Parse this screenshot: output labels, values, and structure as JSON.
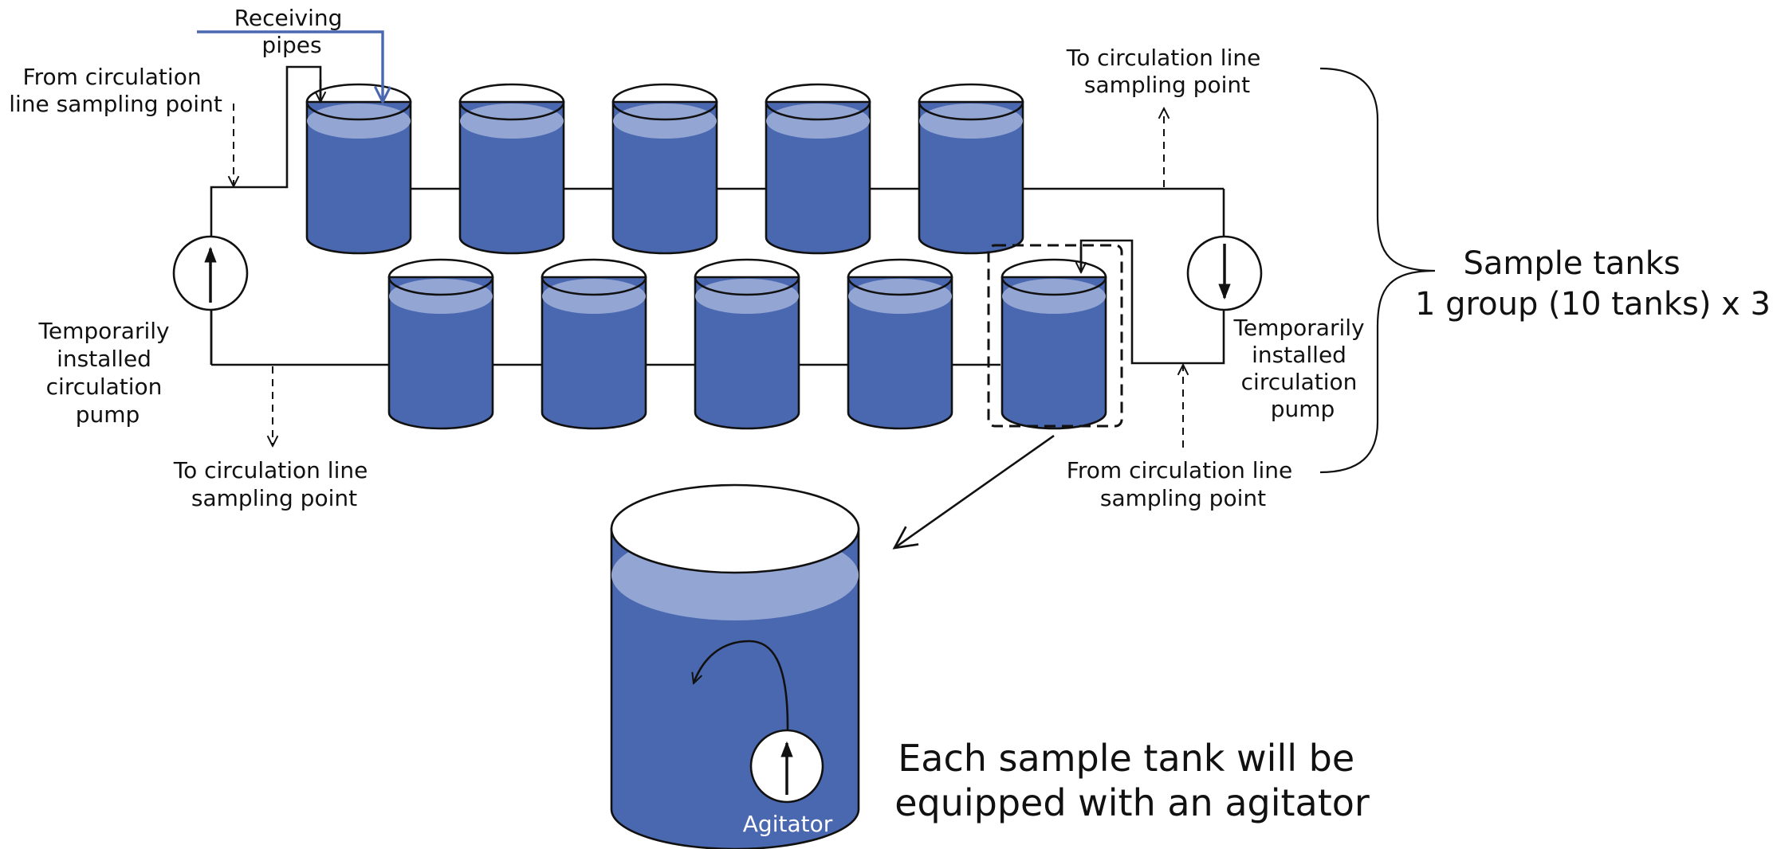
{
  "labels": {
    "receiving_pipes": [
      "Receiving",
      "pipes"
    ],
    "from_circ_top_left": [
      "From circulation",
      "line sampling point"
    ],
    "to_circ_top_right": [
      "To circulation line",
      "sampling point"
    ],
    "to_circ_bottom_left": [
      "To circulation line",
      "sampling point"
    ],
    "from_circ_bottom_right": [
      "From circulation line",
      "sampling point"
    ],
    "pump_left": [
      "Temporarily",
      "installed",
      "circulation",
      "pump"
    ],
    "pump_right": [
      "Temporarily",
      "installed",
      "circulation",
      "pump"
    ],
    "sample_tanks": [
      "Sample tanks",
      "1 group (10 tanks) x 3"
    ],
    "agitator_note": [
      "Each sample tank will be",
      "equipped with an agitator"
    ],
    "agitator": "Agitator"
  },
  "colors": {
    "water": "#4a68b0",
    "water_surface": "#93a5d3",
    "receiving_pipe": "#4a68b0",
    "line": "#111111"
  }
}
